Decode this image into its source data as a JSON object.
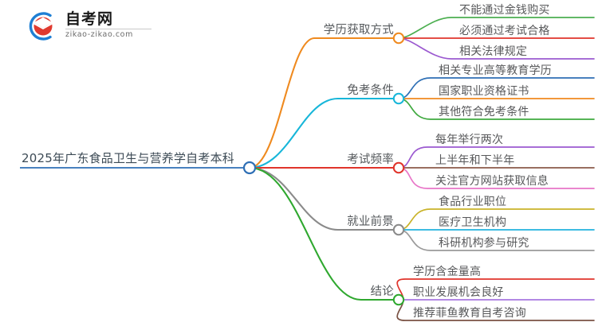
{
  "logo": {
    "title": "自考网",
    "subtitle": "zikao-zikao.com",
    "mark_icon": "graduation-cap-logo-icon",
    "arc_color": "#1e7fd4",
    "cap_color": "#e03a2f"
  },
  "mindmap": {
    "type": "mindmap",
    "root": {
      "label": "2025年广东食品卫生与营养学自考本科",
      "node_color": "#2e6fb5"
    },
    "branches": [
      {
        "label": "学历获取方式",
        "color": "#ef8a1f",
        "children": [
          {
            "label": "不能通过金钱购买",
            "color": "#4caf50"
          },
          {
            "label": "必须通过考试合格",
            "color": "#e0342b"
          },
          {
            "label": "相关法律规定",
            "color": "#9b59d0"
          }
        ]
      },
      {
        "label": "免考条件",
        "color": "#17b6d9",
        "children": [
          {
            "label": "相关专业高等教育学历",
            "color": "#2e6fb5"
          },
          {
            "label": "国家职业资格证书",
            "color": "#f08a1e"
          },
          {
            "label": "其他符合免考条件",
            "color": "#3fa93f"
          }
        ]
      },
      {
        "label": "考试频率",
        "color": "#e0342b",
        "children": [
          {
            "label": "每年举行两次",
            "color": "#9b59d0"
          },
          {
            "label": "上半年和下半年",
            "color": "#8b5a4a"
          },
          {
            "label": "关注官方网站获取信息",
            "color": "#e876c8"
          }
        ]
      },
      {
        "label": "就业前景",
        "color": "#8a8a8a",
        "children": [
          {
            "label": "食品行业职位",
            "color": "#c9b329"
          },
          {
            "label": "医疗卫生机构",
            "color": "#23b3de"
          },
          {
            "label": "科研机构参与研究",
            "color": "#9a9a9a"
          }
        ]
      },
      {
        "label": "结论",
        "color": "#2fa82f",
        "children": [
          {
            "label": "学历含金量高",
            "color": "#e0342b"
          },
          {
            "label": "职业发展机会良好",
            "color": "#a877e0"
          },
          {
            "label": "推荐菲鱼教育自考咨询",
            "color": "#7a5244"
          }
        ]
      }
    ]
  }
}
